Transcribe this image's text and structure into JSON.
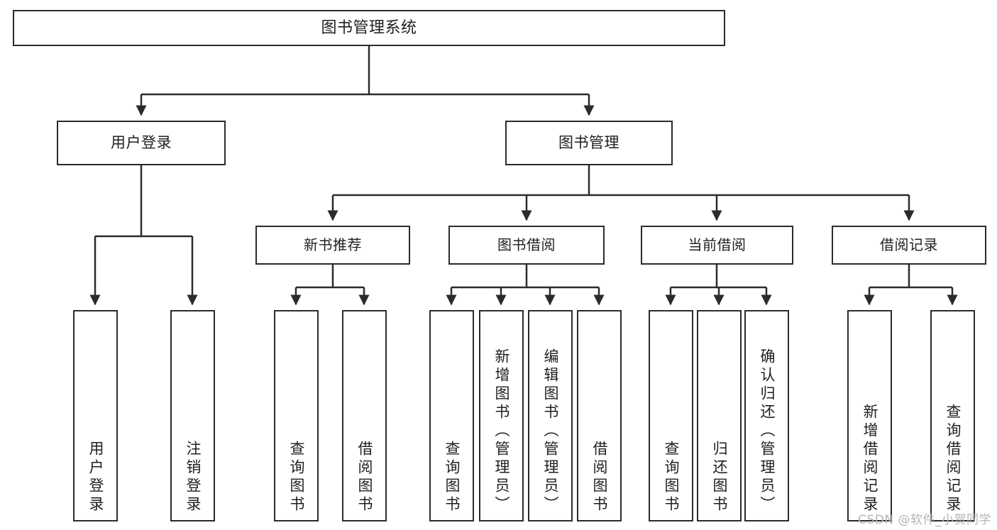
{
  "diagram": {
    "title": "图书管理系统",
    "type": "tree-hierarchy-chart",
    "colors": {
      "border": "#2b2b2b",
      "background": "#ffffff",
      "text": "#1f1f1f",
      "watermark": "#b4b4b4"
    }
  },
  "root": {
    "label": "图书管理系统"
  },
  "level2": [
    {
      "label": "用户登录"
    },
    {
      "label": "图书管理"
    }
  ],
  "level3": [
    {
      "label": "新书推荐"
    },
    {
      "label": "图书借阅"
    },
    {
      "label": "当前借阅"
    },
    {
      "label": "借阅记录"
    }
  ],
  "leaves": {
    "user_login": [
      {
        "label": "用户登录"
      },
      {
        "label": "注销登录"
      }
    ],
    "new_book_recommend": [
      {
        "label": "查询图书"
      },
      {
        "label": "借阅图书"
      }
    ],
    "book_borrow": [
      {
        "label": "查询图书"
      },
      {
        "label": "新增图书（管理员）"
      },
      {
        "label": "编辑图书（管理员）"
      },
      {
        "label": "借阅图书"
      }
    ],
    "current_borrow": [
      {
        "label": "查询图书"
      },
      {
        "label": "归还图书"
      },
      {
        "label": "确认归还（管理员）"
      }
    ],
    "borrow_record": [
      {
        "label": "新增借阅记录"
      },
      {
        "label": "查询借阅记录"
      }
    ]
  },
  "watermark": {
    "text": "CSDN @软件_小贺同学"
  }
}
